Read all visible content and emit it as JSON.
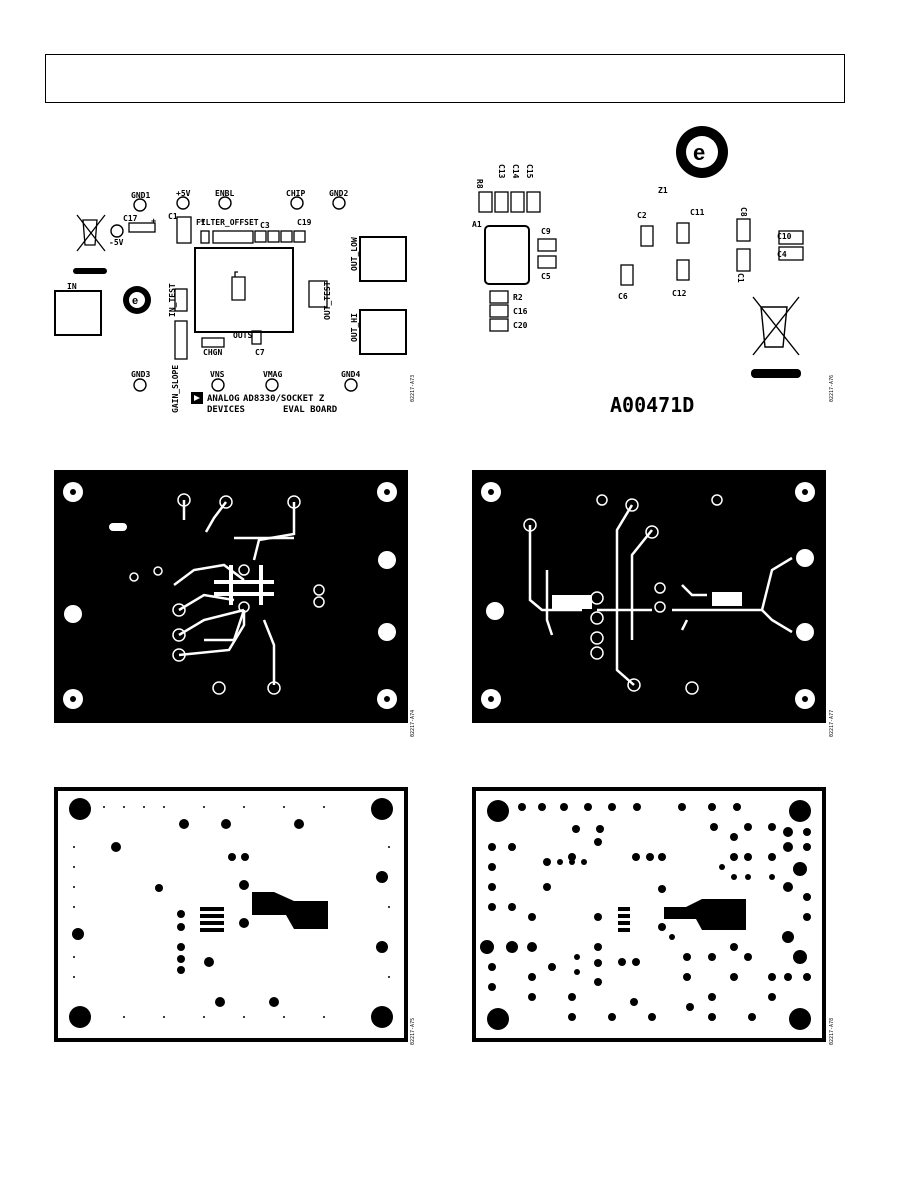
{
  "page": {
    "header_text": ""
  },
  "figures": {
    "fig_a": {
      "label": "02217-A73",
      "silkscreen": {
        "gnd1": "GND1",
        "plus5v": "+5V",
        "enbl": "ENBL",
        "chip": "CHIP",
        "gnd2": "GND2",
        "c17": "C17",
        "c1": "C1",
        "minus5v": "-5V",
        "filter_offset": "FILTER_OFFSET",
        "c3": "C3",
        "c19": "C19",
        "out_low": "OUT_LOW",
        "out_test": "OUT_TEST",
        "out_hi": "OUT_HI",
        "in_label": "IN",
        "in_test": "IN_TEST",
        "gain_slope": "GAIN_SLOPE",
        "chgn": "CHGN",
        "outs": "OUTS",
        "c7": "C7",
        "gnd3": "GND3",
        "vns": "VNS",
        "vmag": "VMAG",
        "gnd4": "GND4",
        "brand_line1": "ANALOG",
        "brand_line2": "DEVICES",
        "board_line1": "AD8330/SOCKET Z",
        "board_line2": "EVAL BOARD"
      }
    },
    "fig_b": {
      "label": "02217-A76",
      "silkscreen": {
        "r8": "R8",
        "c13": "C13",
        "c14": "C14",
        "c15": "C15",
        "a1": "A1",
        "c9": "C9",
        "c5": "C5",
        "r2": "R2",
        "c16": "C16",
        "c20": "C20",
        "z1": "Z1",
        "c2": "C2",
        "c11": "C11",
        "c8": "C8",
        "c10": "C10",
        "c4": "C4",
        "c6": "C6",
        "c12": "C12",
        "c1b": "C1",
        "part_number": "A00471D"
      }
    },
    "fig_c": {
      "label": "02217-A74"
    },
    "fig_d": {
      "label": "02217-A77"
    },
    "fig_e": {
      "label": "02217-A75"
    },
    "fig_f": {
      "label": "02217-A78"
    }
  }
}
